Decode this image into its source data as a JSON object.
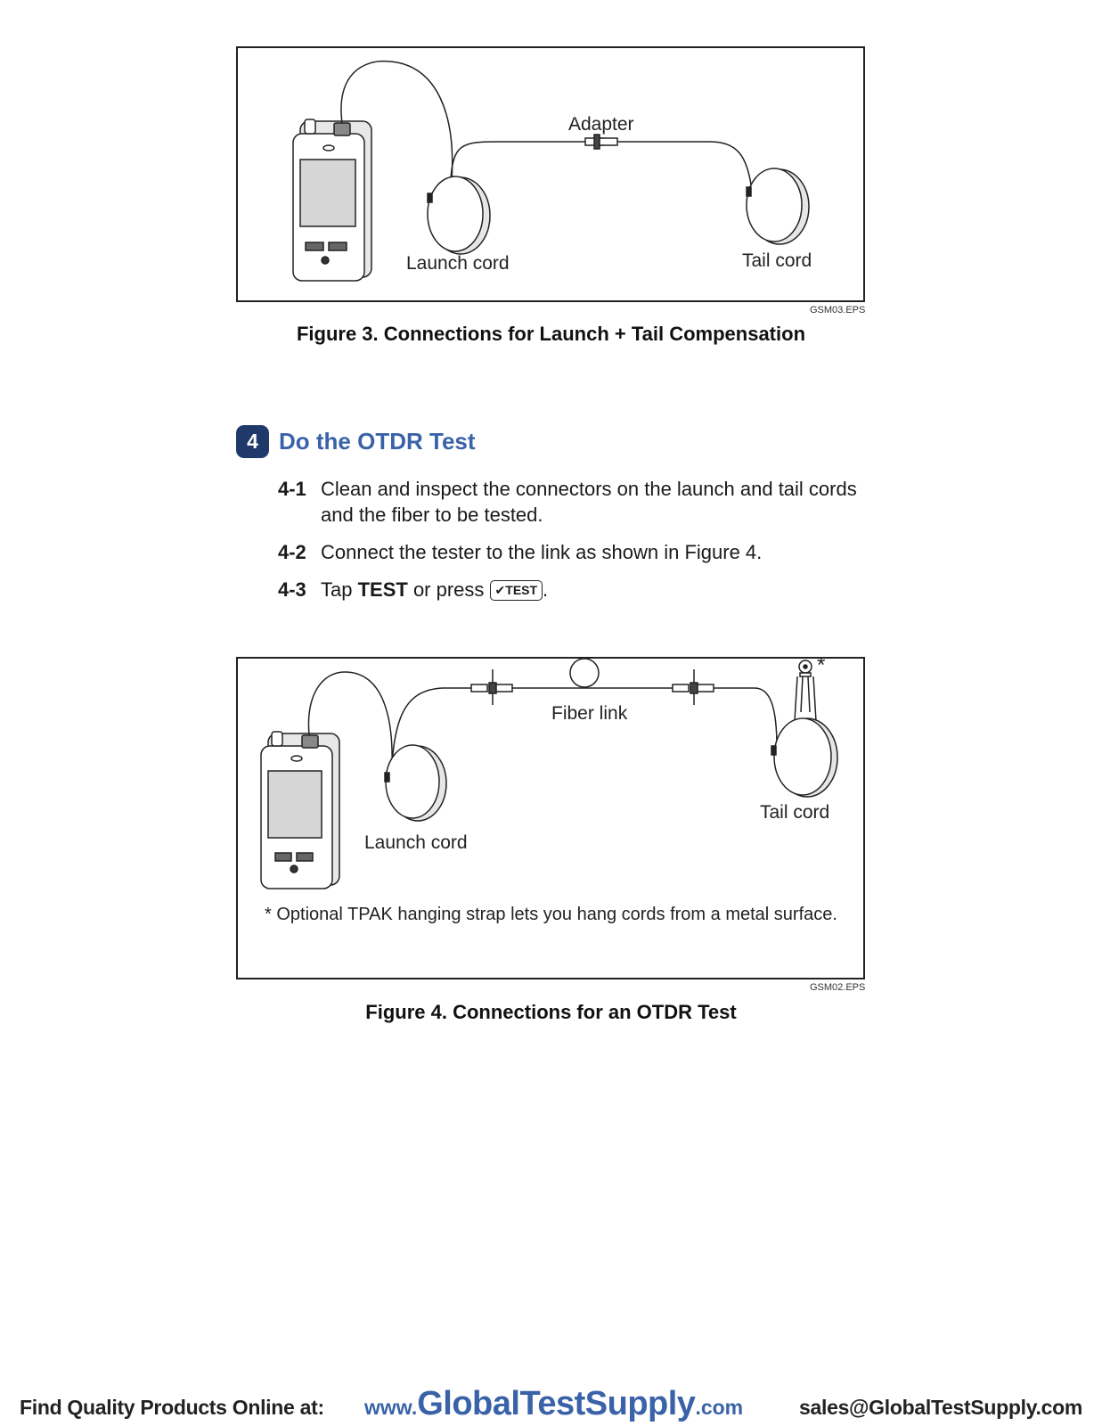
{
  "figure3": {
    "labels": {
      "adapter": "Adapter",
      "launch_cord": "Launch cord",
      "tail_cord": "Tail cord"
    },
    "file_id": "GSM03.EPS",
    "caption": "Figure 3. Connections for Launch + Tail Compensation"
  },
  "section": {
    "number": "4",
    "title": "Do the OTDR Test",
    "steps": [
      {
        "num": "4-1",
        "text": "Clean and inspect the connectors on the launch and tail cords and the fiber to be tested."
      },
      {
        "num": "4-2",
        "text": "Connect the tester to the link as shown in Figure 4."
      },
      {
        "num": "4-3",
        "text_before": "Tap ",
        "bold": "TEST",
        "text_middle": " or press ",
        "key_label": "✔TEST",
        "text_after": "."
      }
    ]
  },
  "figure4": {
    "labels": {
      "fiber_link": "Fiber link",
      "launch_cord": "Launch cord",
      "tail_cord": "Tail cord",
      "asterisk": "*"
    },
    "note": "* Optional TPAK hanging strap lets you hang cords from a metal surface.",
    "file_id": "GSM02.EPS",
    "caption": "Figure 4. Connections for an OTDR Test"
  },
  "footer": {
    "left": "Find Quality Products Online at:",
    "url_prefix": "www.",
    "url_brand": "GlobalTestSupply",
    "url_suffix": ".com",
    "email": "sales@GlobalTestSupply.com"
  }
}
